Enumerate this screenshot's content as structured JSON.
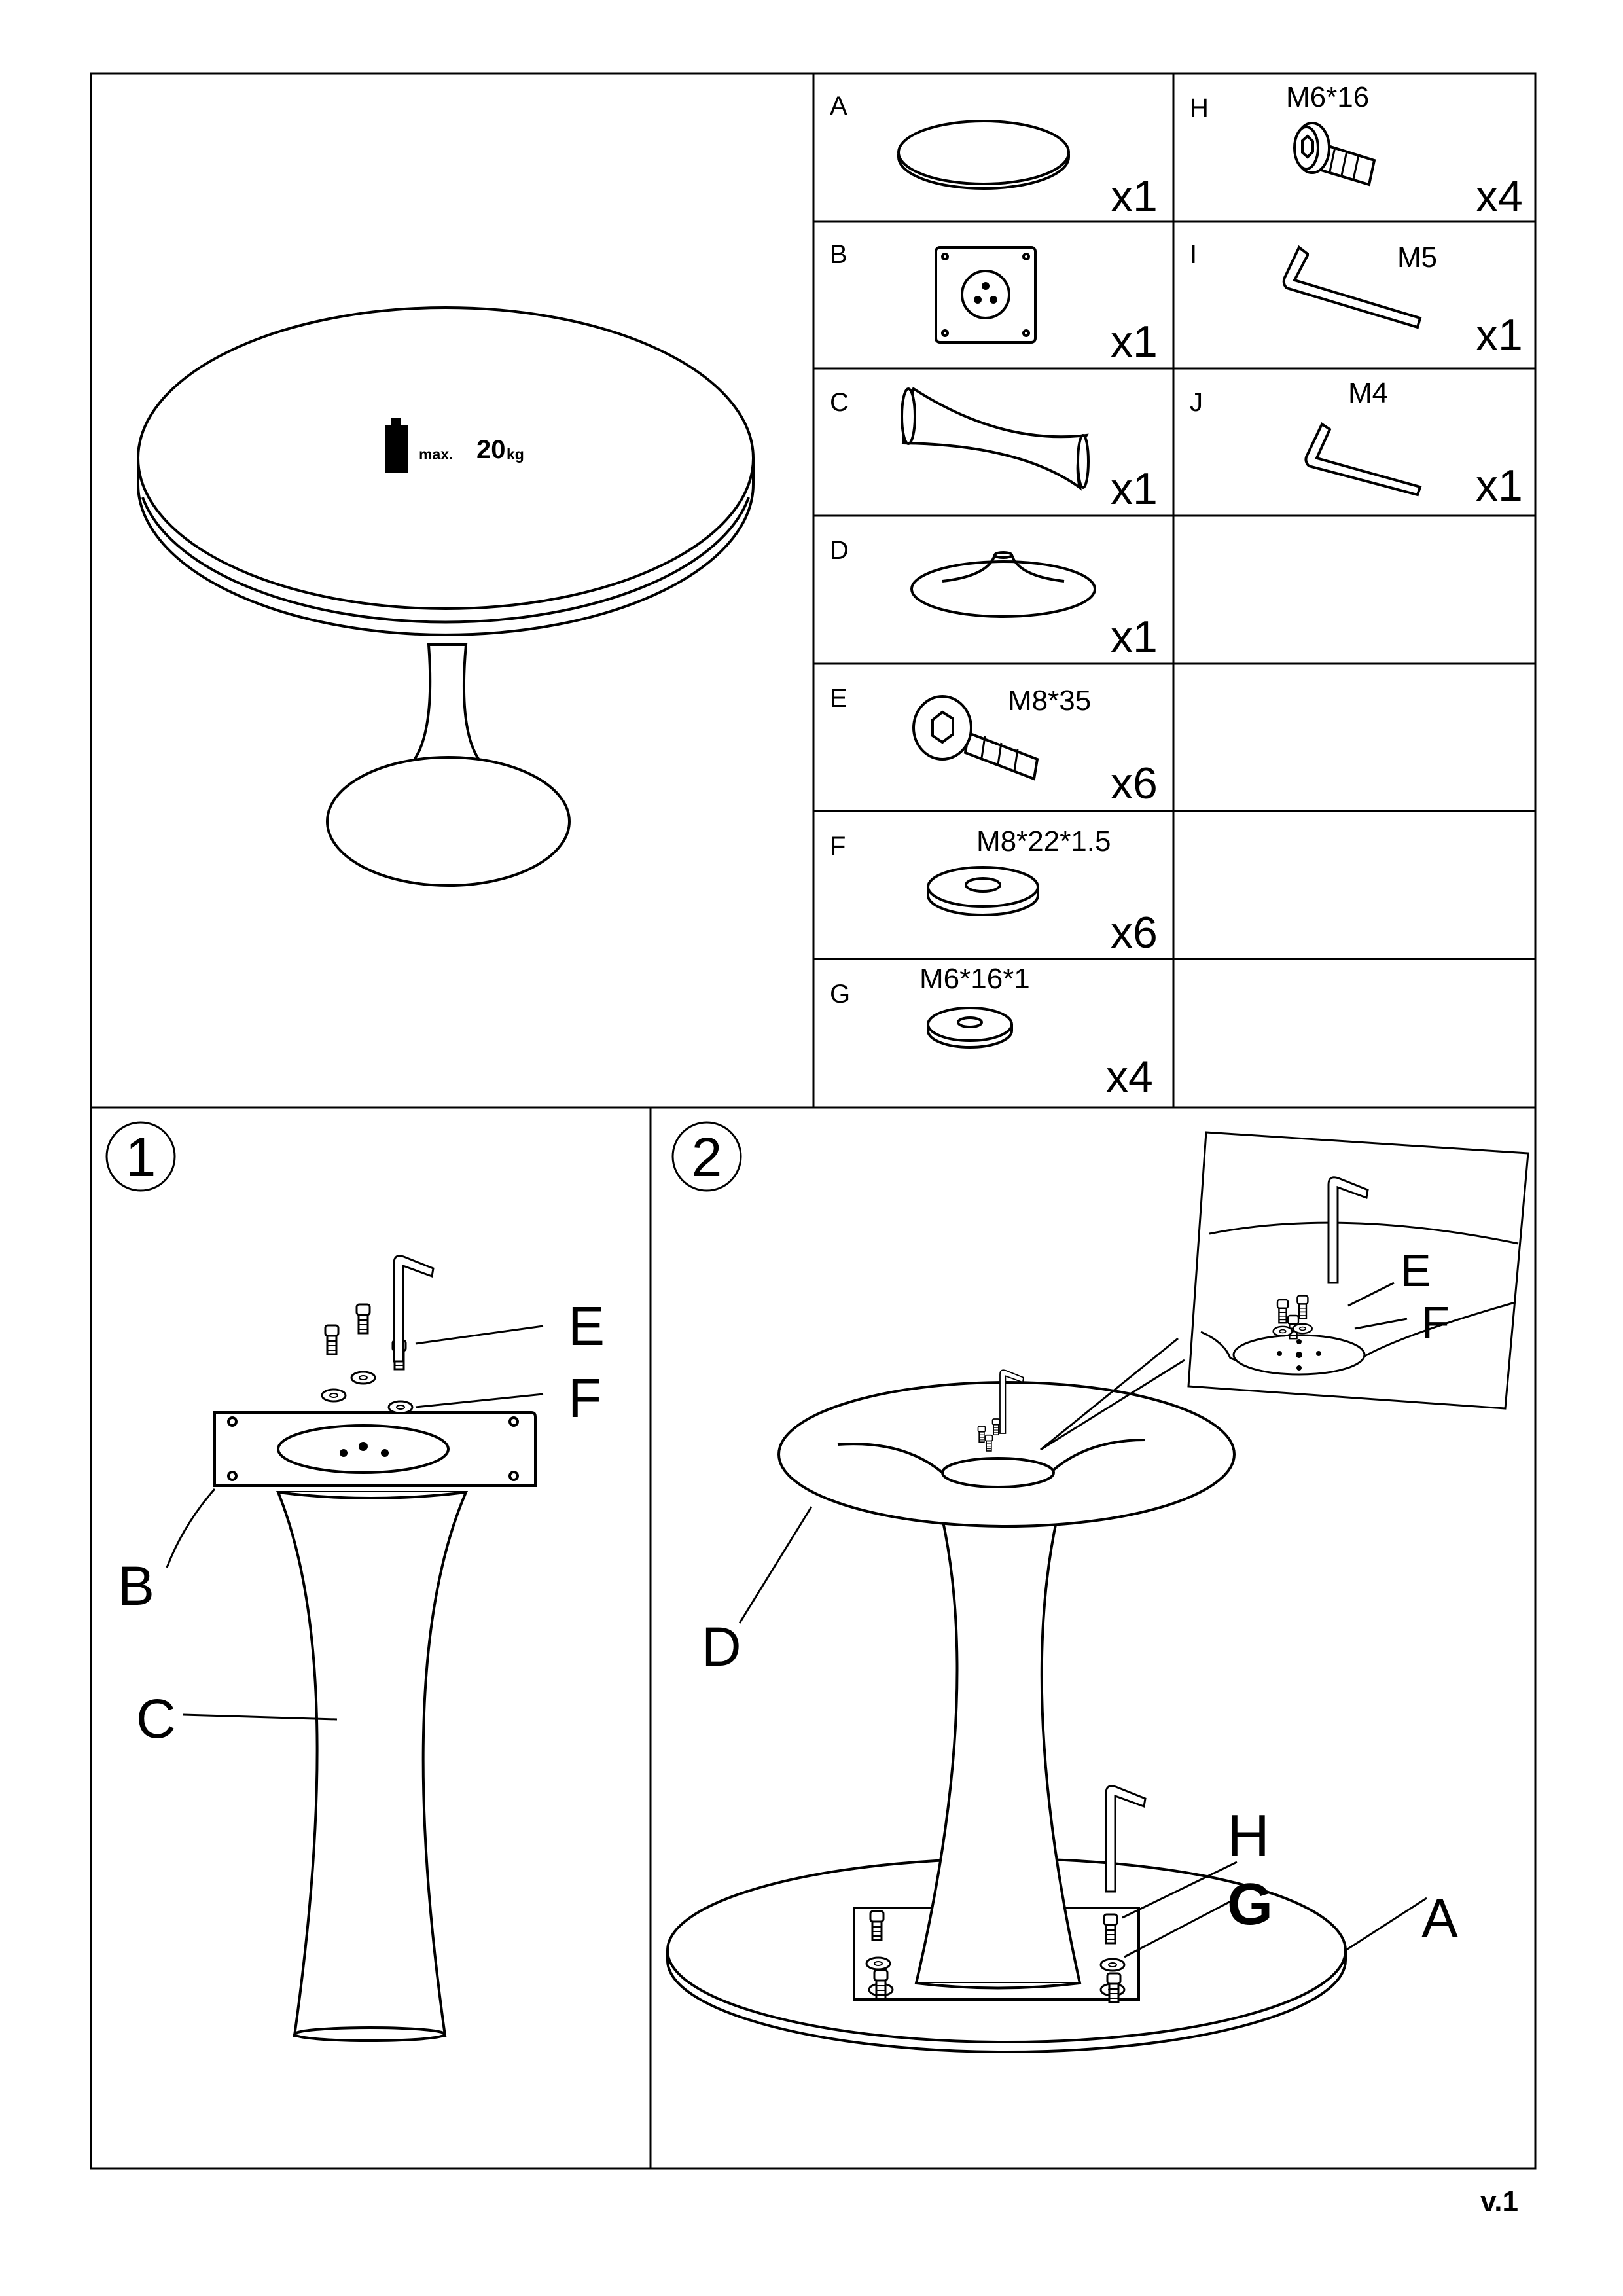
{
  "weight_badge": {
    "max": "max.",
    "value": "20",
    "unit": "kg"
  },
  "parts": [
    {
      "letter": "A",
      "spec": "",
      "qty": "x1",
      "icon": "round-tabletop-icon"
    },
    {
      "letter": "B",
      "spec": "",
      "qty": "x1",
      "icon": "square-plate-icon"
    },
    {
      "letter": "C",
      "spec": "",
      "qty": "x1",
      "icon": "pedestal-column-icon"
    },
    {
      "letter": "D",
      "spec": "",
      "qty": "x1",
      "icon": "pedestal-base-icon"
    },
    {
      "letter": "E",
      "spec": "M8*35",
      "qty": "x6",
      "icon": "hex-bolt-icon"
    },
    {
      "letter": "F",
      "spec": "M8*22*1.5",
      "qty": "x6",
      "icon": "washer-icon"
    },
    {
      "letter": "G",
      "spec": "M6*16*1",
      "qty": "x4",
      "icon": "washer-icon"
    },
    {
      "letter": "H",
      "spec": "M6*16",
      "qty": "x4",
      "icon": "screw-icon"
    },
    {
      "letter": "I",
      "spec": "M5",
      "qty": "x1",
      "icon": "allen-key-icon"
    },
    {
      "letter": "J",
      "spec": "M4",
      "qty": "x1",
      "icon": "allen-key-icon"
    }
  ],
  "step1": {
    "number": "1",
    "labels": {
      "e": "E",
      "f": "F",
      "b": "B",
      "c": "C"
    }
  },
  "step2": {
    "number": "2",
    "labels": {
      "d": "D",
      "e": "E",
      "f": "F",
      "h": "H",
      "g": "G",
      "a": "A"
    }
  },
  "version": "v.1"
}
